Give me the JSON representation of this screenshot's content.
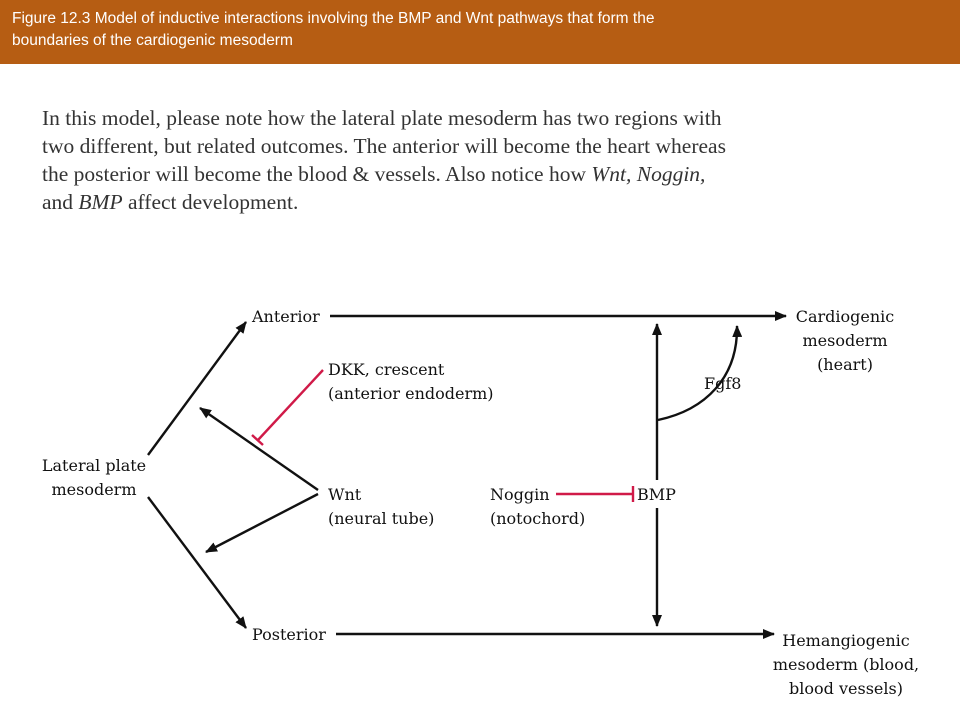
{
  "header": {
    "line1": "Figure 12.3  Model of inductive interactions involving the BMP and Wnt pathways that form the",
    "line2": "boundaries of the cardiogenic mesoderm"
  },
  "intro": {
    "line1": "In this model, please note how the lateral plate mesoderm has two regions with",
    "line2": "two different, but related outcomes.  The anterior will become the heart whereas",
    "line3": "the posterior will become the blood &  vessels.  Also notice how ",
    "wnt": "Wnt, Noggin,",
    "line4_and": "and ",
    "bmp": "BMP",
    "line4_rest": " affect development."
  },
  "diagram": {
    "lateral_plate_line1": "Lateral plate",
    "lateral_plate_line2": "mesoderm",
    "anterior": "Anterior",
    "posterior": "Posterior",
    "dkk_line1": "DKK, crescent",
    "dkk_line2": "(anterior endoderm)",
    "wnt_line1": "Wnt",
    "wnt_line2": "(neural tube)",
    "noggin_line1": "Noggin",
    "noggin_line2": "(notochord)",
    "bmp": "BMP",
    "fgf8": "Fgf8",
    "cardiogenic_line1": "Cardiogenic",
    "cardiogenic_line2": "mesoderm",
    "cardiogenic_line3": "(heart)",
    "hemangiogenic_line1": "Hemangiogenic",
    "hemangiogenic_line2": "mesoderm (blood,",
    "hemangiogenic_line3": "blood vessels)"
  },
  "colors": {
    "header_bg": "#b65d13",
    "inhibition": "#d01a48",
    "arrow": "#111111"
  }
}
